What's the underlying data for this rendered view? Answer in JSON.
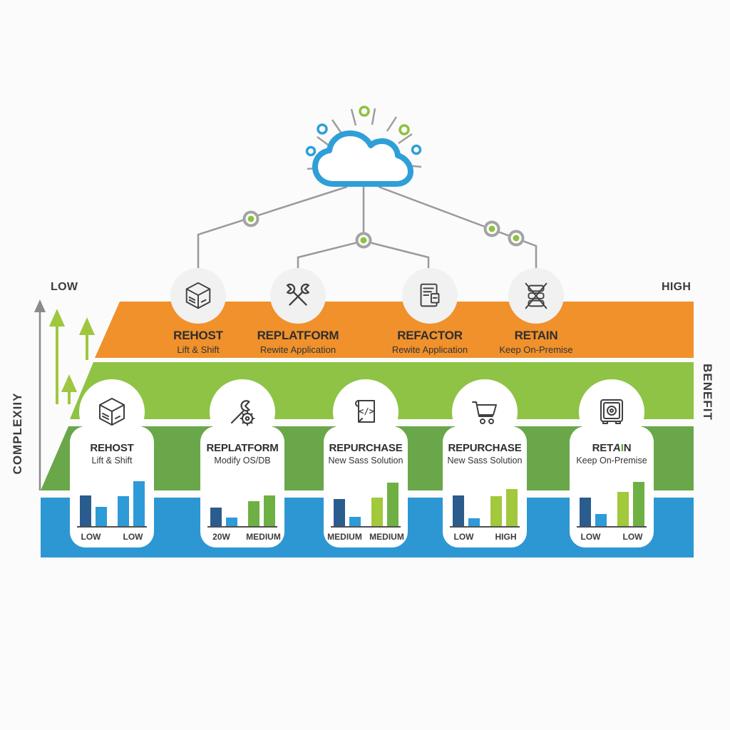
{
  "axis": {
    "complexity": "COMPLEXIIY",
    "benefit": "BENEFIT",
    "low": "LOW",
    "high": "HIGH"
  },
  "colors": {
    "orange_band": "#f0912c",
    "light_green_band": "#8ec345",
    "dark_green_band": "#69a74a",
    "blue_band": "#2d97d3",
    "bar_navy": "#2b5c8e",
    "bar_blue": "#2e9ad8",
    "bar_green": "#6fb045",
    "bar_lime": "#a2c83c",
    "accent_green": "#8cc23f",
    "cloud_blue": "#2e9fd8",
    "line_gray": "#9a9a9a"
  },
  "top_row": {
    "items": [
      {
        "title": "REHOST",
        "subtitle": "Lift & Shift",
        "icon": "box-icon"
      },
      {
        "title": "REPLATFORM",
        "subtitle": "Rewite Application",
        "icon": "crossed-tools-icon"
      },
      {
        "title": "REFACTOR",
        "subtitle": "Rewite Application",
        "icon": "document-icon"
      },
      {
        "title": "RETAIN",
        "subtitle": "Keep On-Premise",
        "icon": "crossed-stack-icon"
      }
    ]
  },
  "cards": [
    {
      "title": "REHOST",
      "subtitle": "Lift & Shift",
      "icon": "box-icon",
      "bars": {
        "values": [
          43,
          27,
          42,
          63
        ],
        "palette": [
          "bar_navy",
          "bar_blue",
          "bar_blue",
          "bar_blue"
        ],
        "labels": [
          "LOW",
          "LOW"
        ]
      }
    },
    {
      "title": "REPLATFORM",
      "subtitle": "Modify OS/DB",
      "icon": "wrench-gear-icon",
      "bars": {
        "values": [
          26,
          12,
          35,
          43
        ],
        "palette": [
          "bar_navy",
          "bar_blue",
          "bar_green",
          "bar_green"
        ],
        "labels": [
          "20W",
          "MEDIUM"
        ]
      }
    },
    {
      "title": "REPURCHASE",
      "subtitle": "New Sass Solution",
      "icon": "code-icon",
      "bars": {
        "values": [
          38,
          13,
          40,
          61
        ],
        "palette": [
          "bar_navy",
          "bar_blue",
          "bar_lime",
          "bar_green"
        ],
        "labels": [
          "MEDIUM",
          "MEDIUM"
        ]
      }
    },
    {
      "title": "REPURCHASE",
      "subtitle": "New Sass Solution",
      "icon": "cart-icon",
      "bars": {
        "values": [
          43,
          11,
          42,
          52
        ],
        "palette": [
          "bar_navy",
          "bar_blue",
          "bar_lime",
          "bar_lime"
        ],
        "labels": [
          "LOW",
          "HIGH"
        ]
      }
    },
    {
      "title": "RETAIN",
      "title_parts": {
        "pre": "RET",
        "a": "A",
        "i": "I",
        "post": "N"
      },
      "subtitle": "Keep On-Premise",
      "icon": "safe-icon",
      "bars": {
        "values": [
          40,
          17,
          48,
          62
        ],
        "palette": [
          "bar_navy",
          "bar_blue",
          "bar_lime",
          "bar_green"
        ],
        "labels": [
          "LOW",
          "LOW"
        ]
      }
    }
  ]
}
